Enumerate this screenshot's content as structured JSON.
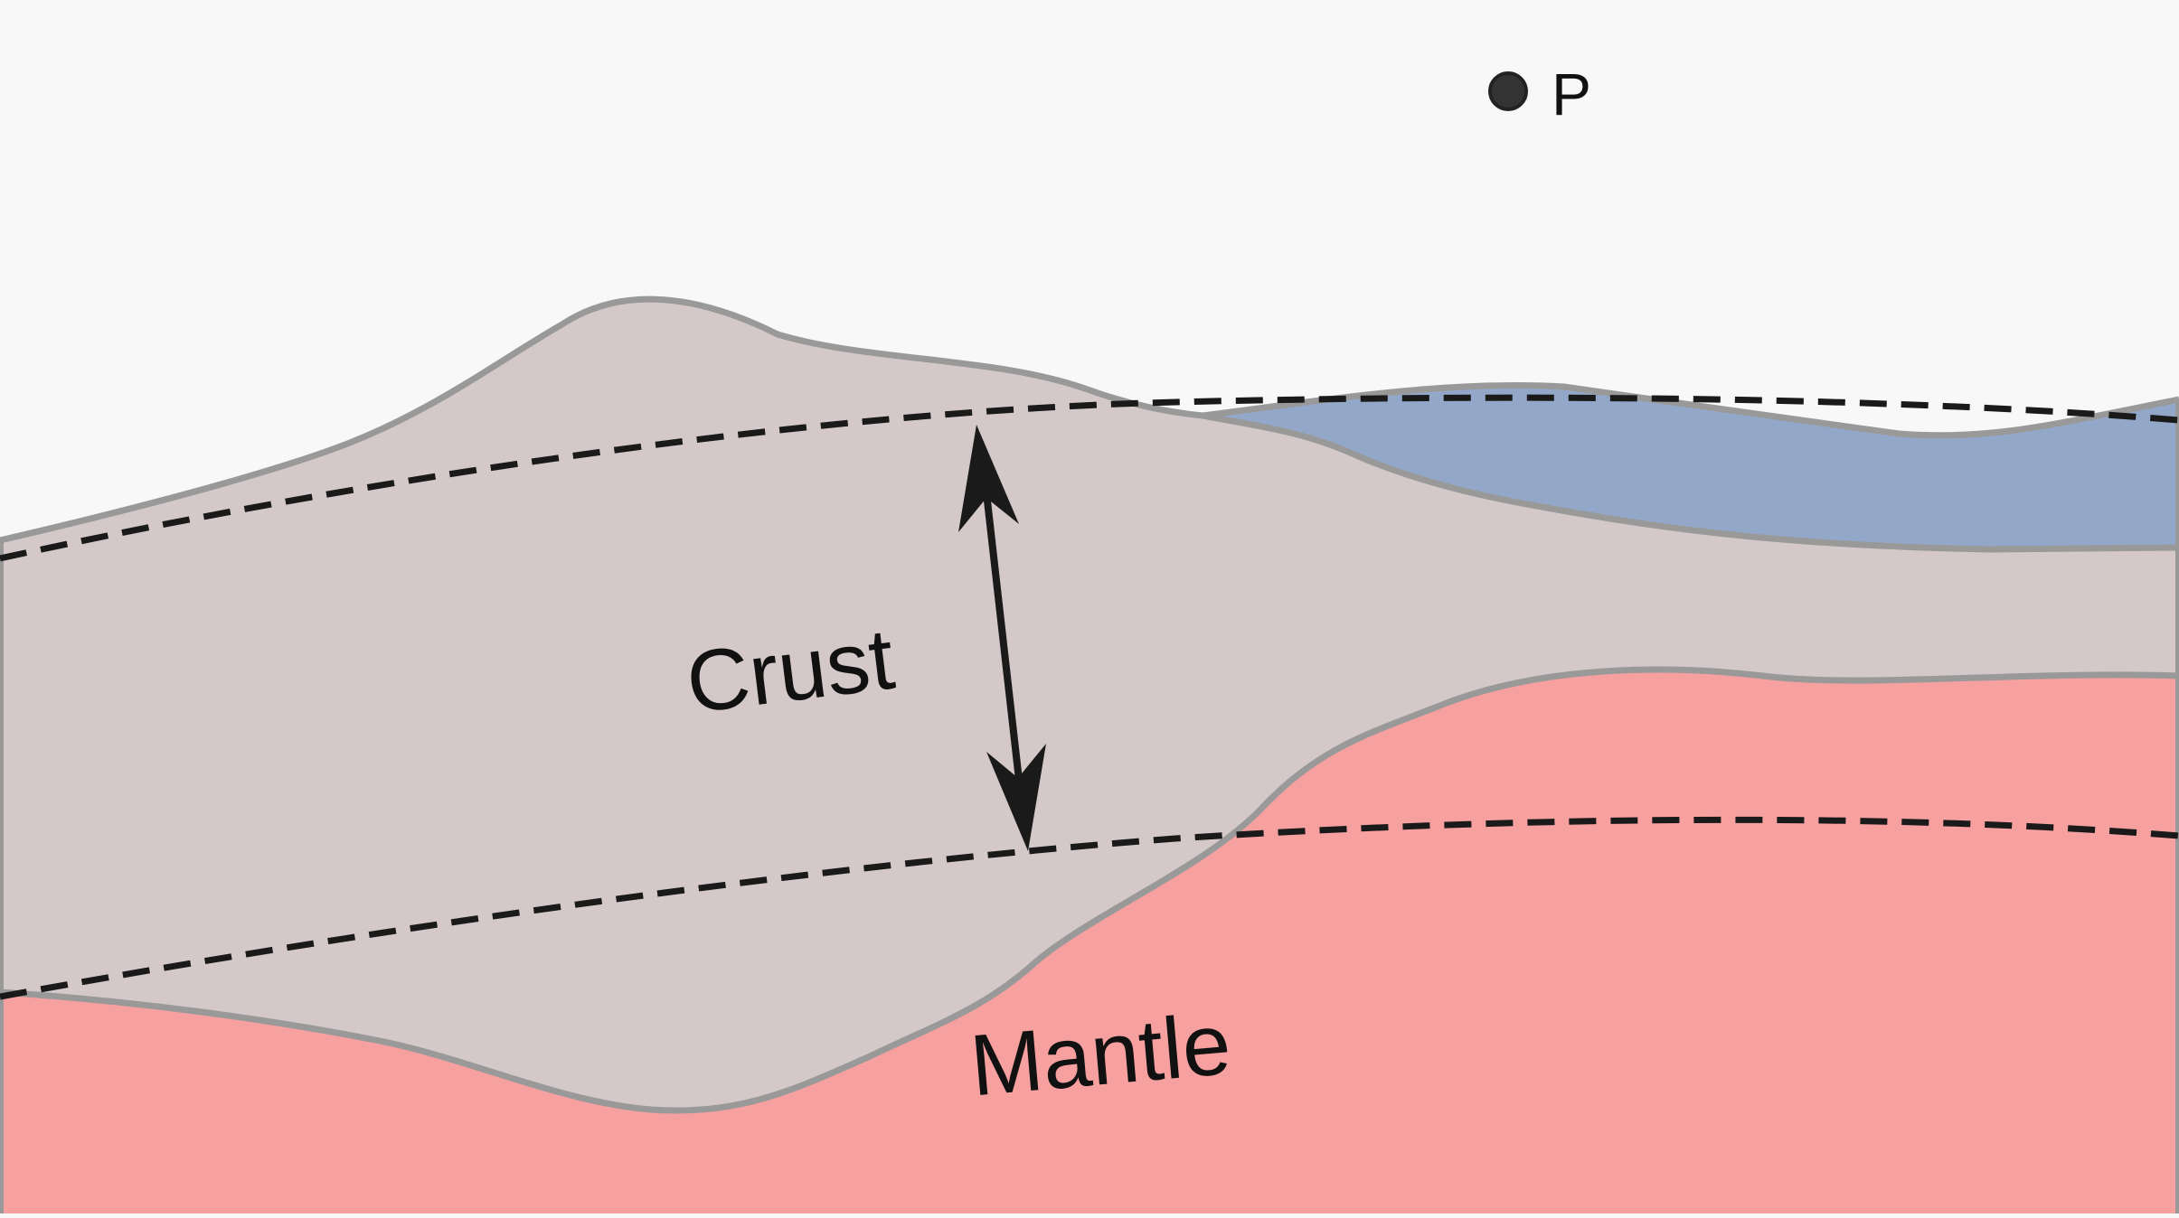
{
  "colors": {
    "background": "#f8f8f8",
    "crust_fill": "#d4c8c8",
    "mantle_fill": "#f7a0a0",
    "water_fill": "#93a8c8",
    "boundary_stroke": "#999999",
    "dashed_line": "#1a1a1a",
    "point_fill": "#333333"
  },
  "labels": {
    "crust": "Crust",
    "mantle": "Mantle",
    "point": "P"
  }
}
